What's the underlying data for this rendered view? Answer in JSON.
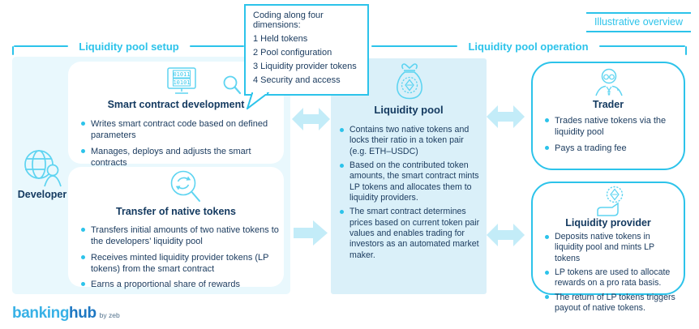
{
  "header": {
    "overview_label": "Illustrative overview",
    "setup_label": "Liquidity pool setup",
    "operation_label": "Liquidity pool operation"
  },
  "callout": {
    "title": "Coding along four dimensions:",
    "items": [
      "1 Held tokens",
      "2 Pool configuration",
      "3 Liquidity provider tokens",
      "4 Security and access"
    ]
  },
  "developer": {
    "label": "Developer"
  },
  "cards": {
    "smart_contract": {
      "title": "Smart contract development",
      "bullets": [
        "Writes smart contract code based on defined parameters",
        "Manages, deploys and adjusts the smart contracts"
      ]
    },
    "transfer": {
      "title": "Transfer of native tokens",
      "bullets": [
        "Transfers initial amounts of two native tokens to the developers’ liquidity pool",
        "Receives minted liquidity provider tokens (LP tokens) from the smart contract",
        "Earns a proportional share of rewards"
      ]
    },
    "pool": {
      "title": "Liquidity pool",
      "bullets": [
        "Contains two native tokens and locks their ratio in a token pair (e.g. ETH–USDC)",
        "Based on the contributed token amounts, the smart contract mints LP tokens and allocates them to liquidity providers.",
        "The smart contract determines prices based on current token pair values and enables trading for investors as an automated market maker."
      ]
    },
    "trader": {
      "title": "Trader",
      "bullets": [
        "Trades native tokens via the liquidity pool",
        "Pays a trading fee"
      ]
    },
    "provider": {
      "title": "Liquidity provider",
      "bullets": [
        "Deposits native tokens in liquidity pool and mints LP tokens",
        "LP tokens are used to allocate rewards on a pro rata basis.",
        "The return of LP tokens triggers payout of native tokens."
      ]
    }
  },
  "icons": {
    "binary_lines": [
      "01011",
      "10101"
    ],
    "names": [
      "globe-developer-icon",
      "binary-monitor-icon",
      "magnifier-icon",
      "refresh-magnifier-icon",
      "money-bag-coin-icon",
      "trader-person-icon",
      "hand-coin-icon"
    ]
  },
  "logo": {
    "brand_light": "banking",
    "brand_dark": "hub",
    "byline": "by zeb"
  },
  "colors": {
    "accent_cyan": "#2cc3ea",
    "icon_cyan": "#5ed4f1",
    "text_navy": "#1d3d60",
    "panel_light": "#e9f8fd",
    "panel_blue": "#daf0f9",
    "arrow_fill": "#c3ecf8",
    "logo_light_blue": "#38b1e6",
    "logo_dark_blue": "#1d77c2"
  }
}
